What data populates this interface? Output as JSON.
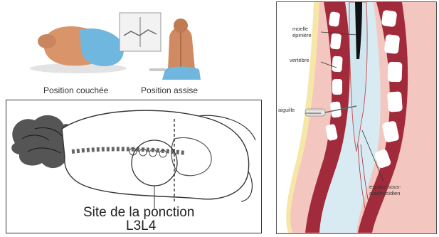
{
  "positions": {
    "lying_label": "Position couchée",
    "sitting_label": "Position assise"
  },
  "puncture": {
    "site_label": "Site de la ponction",
    "level_label": "L3L4"
  },
  "spine": {
    "labels": {
      "cord": "moelle\népinière",
      "vertebra": "vertèbre",
      "needle": "aiguille",
      "space": "espace sous-\narachnoïdien"
    }
  }
}
